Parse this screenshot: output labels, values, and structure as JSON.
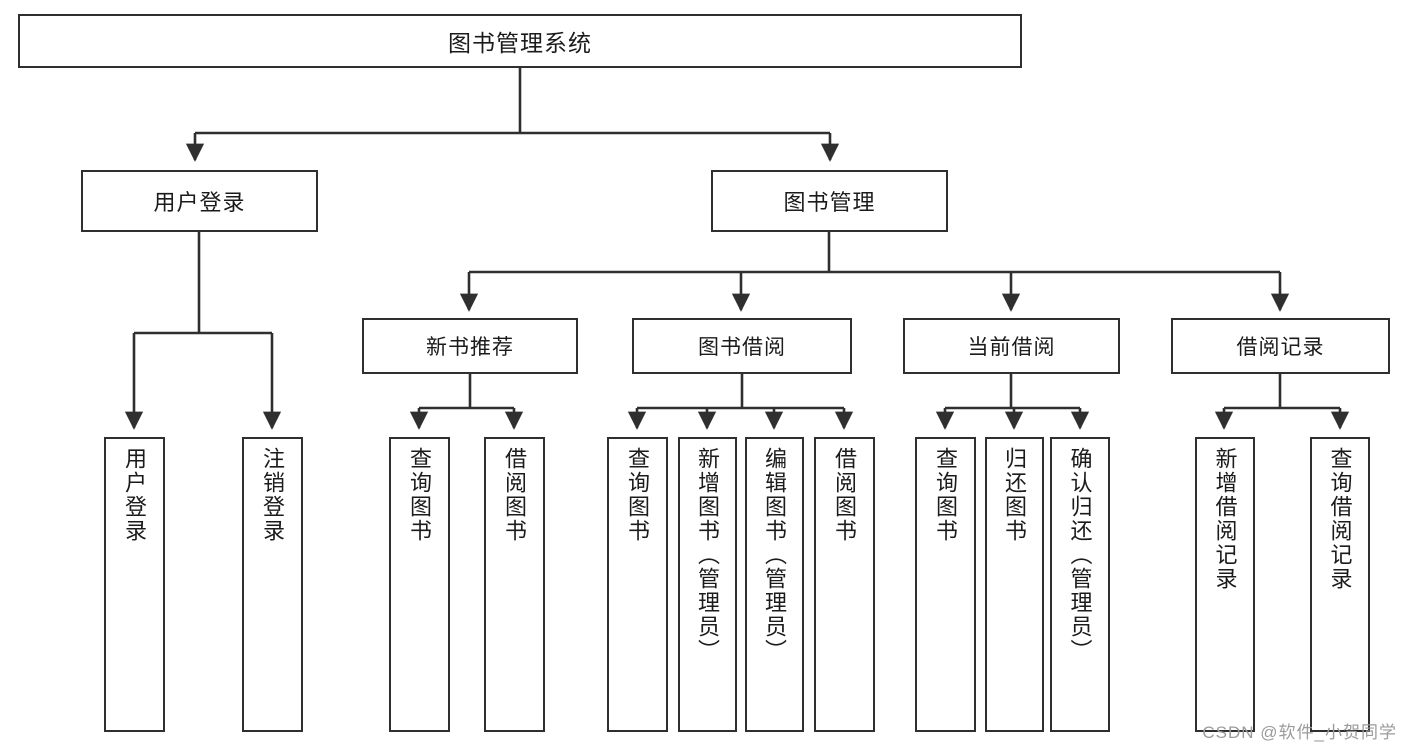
{
  "diagram": {
    "title": "图书管理系统",
    "type": "tree",
    "colors": {
      "box_border": "#2f2f2f",
      "box_fill": "#ffffff",
      "edge": "#2f2f2f",
      "text": "#1b1b1b",
      "watermark": "#9b9b9b",
      "background": "#ffffff"
    },
    "root": {
      "id": "root",
      "label": "图书管理系统"
    },
    "level2": [
      {
        "id": "user_login",
        "label": "用户登录"
      },
      {
        "id": "book_manage",
        "label": "图书管理"
      }
    ],
    "level3": [
      {
        "id": "new_book_rec",
        "label": "新书推荐",
        "parent": "book_manage"
      },
      {
        "id": "book_borrow",
        "label": "图书借阅",
        "parent": "book_manage"
      },
      {
        "id": "current_borrow",
        "label": "当前借阅",
        "parent": "book_manage"
      },
      {
        "id": "borrow_record",
        "label": "借阅记录",
        "parent": "book_manage"
      }
    ],
    "leaves": [
      {
        "id": "leaf_user_login",
        "label": "用户登录",
        "parent": "user_login"
      },
      {
        "id": "leaf_logout",
        "label": "注销登录",
        "parent": "user_login"
      },
      {
        "id": "leaf_query_book_1",
        "label": "查询图书",
        "parent": "new_book_rec"
      },
      {
        "id": "leaf_borrow_book_1",
        "label": "借阅图书",
        "parent": "new_book_rec"
      },
      {
        "id": "leaf_query_book_2",
        "label": "查询图书",
        "parent": "book_borrow"
      },
      {
        "id": "leaf_add_book",
        "label": "新增图书（管理员）",
        "parent": "book_borrow"
      },
      {
        "id": "leaf_edit_book",
        "label": "编辑图书（管理员）",
        "parent": "book_borrow"
      },
      {
        "id": "leaf_borrow_book_2",
        "label": "借阅图书",
        "parent": "book_borrow"
      },
      {
        "id": "leaf_query_book_3",
        "label": "查询图书",
        "parent": "current_borrow"
      },
      {
        "id": "leaf_return_book",
        "label": "归还图书",
        "parent": "current_borrow"
      },
      {
        "id": "leaf_confirm_return",
        "label": "确认归还（管理员）",
        "parent": "current_borrow"
      },
      {
        "id": "leaf_add_record",
        "label": "新增借阅记录",
        "parent": "borrow_record"
      },
      {
        "id": "leaf_query_record",
        "label": "查询借阅记录",
        "parent": "borrow_record"
      }
    ],
    "watermark": "CSDN @软件_小贺同学"
  }
}
